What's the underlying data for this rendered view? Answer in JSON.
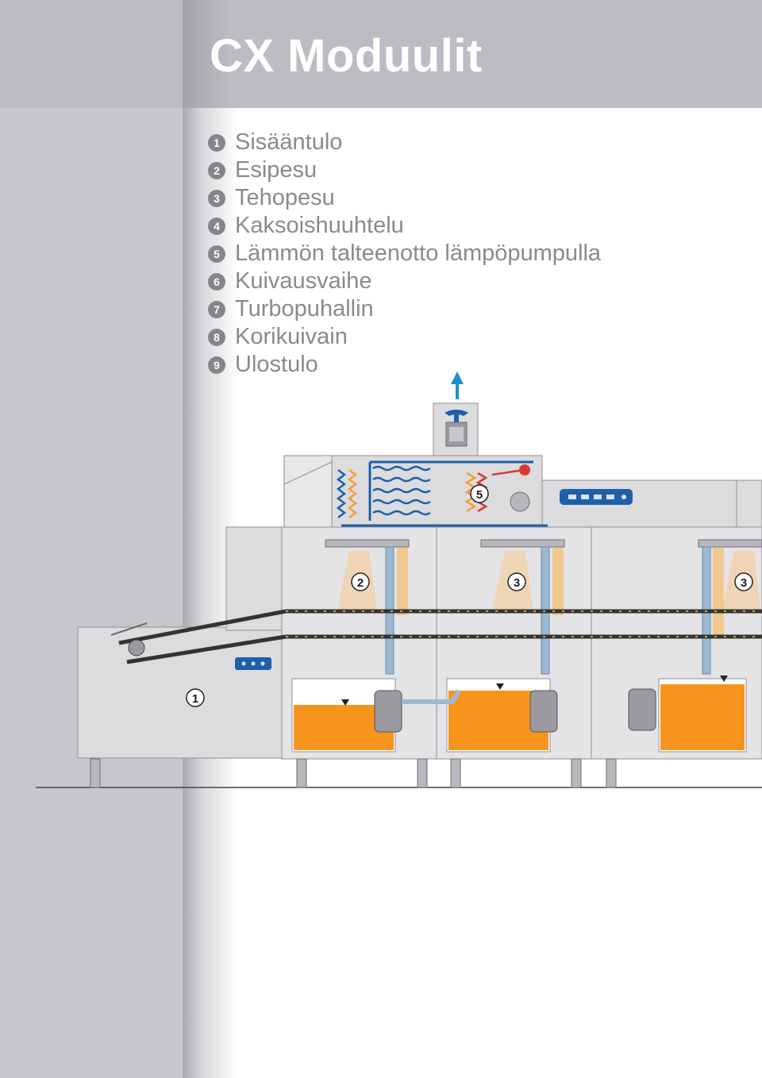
{
  "page": {
    "title": "CX Moduulit"
  },
  "legend": [
    {
      "num": "1",
      "label": "Sisääntulo"
    },
    {
      "num": "2",
      "label": "Esipesu"
    },
    {
      "num": "3",
      "label": "Tehopesu"
    },
    {
      "num": "4",
      "label": "Kaksoishuuhtelu"
    },
    {
      "num": "5",
      "label": "Lämmön talteenotto lämpöpumpulla"
    },
    {
      "num": "6",
      "label": "Kuivausvaihe"
    },
    {
      "num": "7",
      "label": "Turbopuhallin"
    },
    {
      "num": "8",
      "label": "Korikuivain"
    },
    {
      "num": "9",
      "label": "Ulostulo"
    }
  ],
  "diagram": {
    "callouts": [
      "1",
      "2",
      "3",
      "3",
      "5"
    ],
    "colors": {
      "machine_fill": "#dcdcde",
      "machine_stroke": "#8e8e94",
      "water": "#f7941d",
      "pipe": "#9cb8d2",
      "coil_blue": "#1f5fa8",
      "coil_red": "#d63b2f",
      "coil_orange": "#f2a035",
      "arrow": "#1e8fd0",
      "valve_green": "#2fa84f"
    }
  }
}
